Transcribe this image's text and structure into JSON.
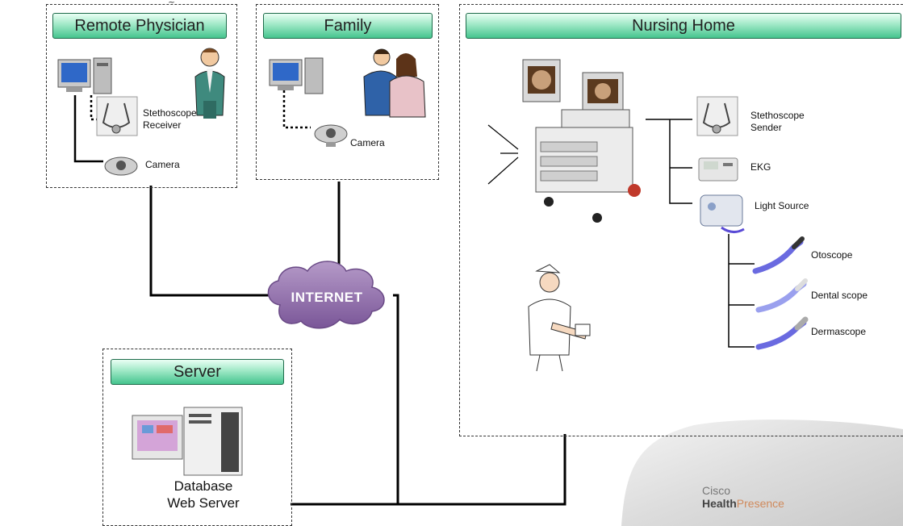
{
  "boxes": {
    "remote_physician": {
      "title": "Remote Physician",
      "stethoscope_label": "Stethoscope Receiver",
      "camera_label": "Camera"
    },
    "family": {
      "title": "Family",
      "camera_label": "Camera"
    },
    "nursing_home": {
      "title": "Nursing Home",
      "devices": [
        {
          "label": "Stethoscope Sender"
        },
        {
          "label": "EKG"
        },
        {
          "label": "Light Source"
        },
        {
          "label": "Otoscope"
        },
        {
          "label": "Dental scope"
        },
        {
          "label": "Dermascope"
        }
      ]
    },
    "server": {
      "title": "Server",
      "label_line1": "Database",
      "label_line2": "Web Server"
    }
  },
  "network": {
    "label": "INTERNET"
  },
  "brand": {
    "line1": "Cisco",
    "line2_bold": "Health",
    "line2_rest": "Presence"
  },
  "colors": {
    "header_green": "#45c48e",
    "cloud_purple": "#8a67a6",
    "connector": "#000000"
  }
}
